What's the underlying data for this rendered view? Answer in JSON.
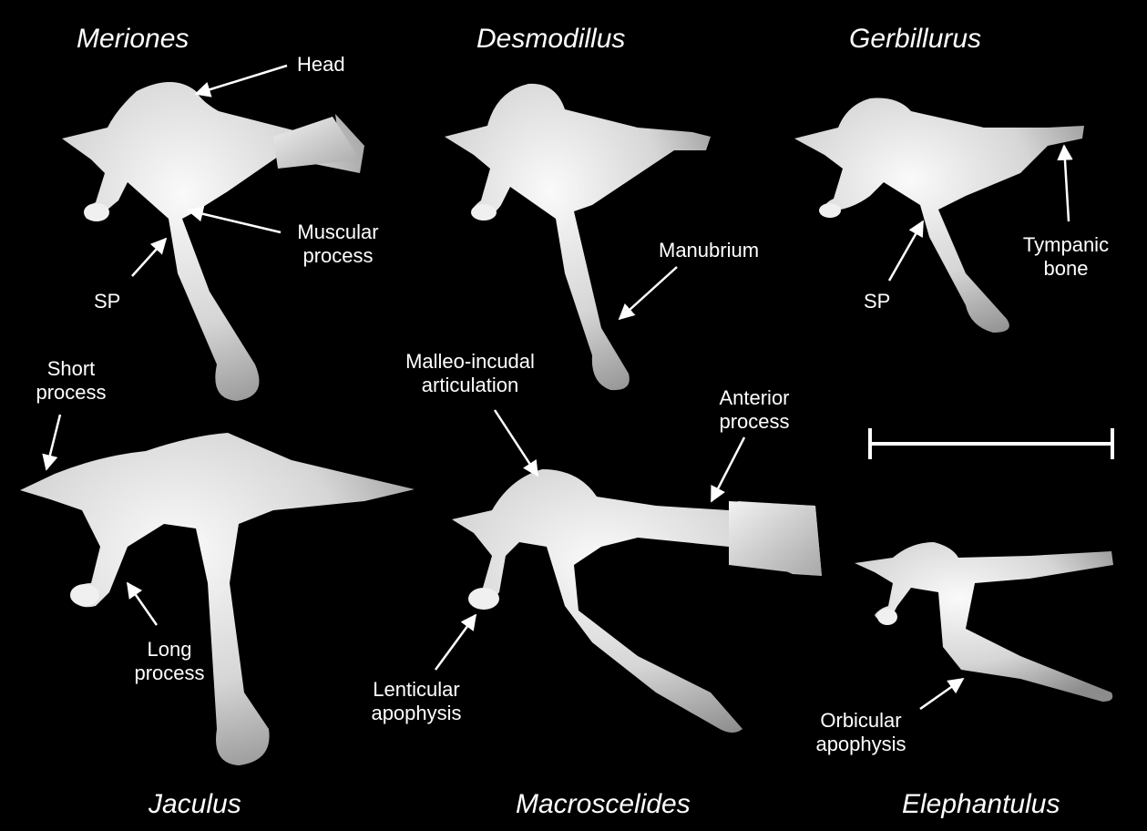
{
  "figure": {
    "genera": {
      "meriones": "Meriones",
      "desmodillus": "Desmodillus",
      "gerbillurus": "Gerbillurus",
      "jaculus": "Jaculus",
      "macroscelides": "Macroscelides",
      "elephantulus": "Elephantulus"
    },
    "labels": {
      "head": "Head",
      "muscular_process_1": "Muscular",
      "muscular_process_2": "process",
      "sp_meriones": "SP",
      "manubrium": "Manubrium",
      "sp_gerbillurus": "SP",
      "tympanic_bone_1": "Tympanic",
      "tympanic_bone_2": "bone",
      "short_process_1": "Short",
      "short_process_2": "process",
      "long_process_1": "Long",
      "long_process_2": "process",
      "malleo_incudal_1": "Malleo-incudal",
      "malleo_incudal_2": "articulation",
      "anterior_process_1": "Anterior",
      "anterior_process_2": "process",
      "lenticular_apophysis_1": "Lenticular",
      "lenticular_apophysis_2": "apophysis",
      "orbicular_apophysis_1": "Orbicular",
      "orbicular_apophysis_2": "apophysis"
    },
    "colors": {
      "background": "#000000",
      "bone_light": "#f4f4f4",
      "bone_shade": "#9a9a9a",
      "annotation": "#ffffff"
    }
  }
}
